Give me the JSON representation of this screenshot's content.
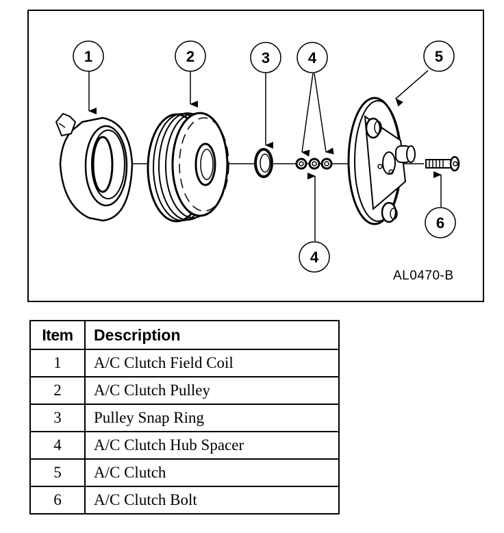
{
  "figure": {
    "id_label": "AL0470-B",
    "callouts": [
      {
        "number": "1",
        "target": "A/C Clutch Field Coil"
      },
      {
        "number": "2",
        "target": "A/C Clutch Pulley"
      },
      {
        "number": "3",
        "target": "Pulley Snap Ring"
      },
      {
        "number": "4",
        "target": "A/C Clutch Hub Spacer (top, 2 arrows)"
      },
      {
        "number": "4",
        "target": "A/C Clutch Hub Spacer (bottom)"
      },
      {
        "number": "5",
        "target": "A/C Clutch"
      },
      {
        "number": "6",
        "target": "A/C Clutch Bolt"
      }
    ],
    "parts": [
      "field-coil",
      "clutch-pulley",
      "snap-ring",
      "hub-spacer",
      "hub-spacer",
      "hub-spacer",
      "clutch-plate",
      "clutch-bolt"
    ]
  },
  "legend": {
    "headers": {
      "item": "Item",
      "description": "Description"
    },
    "rows": [
      {
        "item": "1",
        "description": "A/C Clutch Field Coil"
      },
      {
        "item": "2",
        "description": "A/C Clutch Pulley"
      },
      {
        "item": "3",
        "description": "Pulley Snap Ring"
      },
      {
        "item": "4",
        "description": "A/C Clutch Hub Spacer"
      },
      {
        "item": "5",
        "description": "A/C Clutch"
      },
      {
        "item": "6",
        "description": "A/C Clutch Bolt"
      }
    ]
  }
}
